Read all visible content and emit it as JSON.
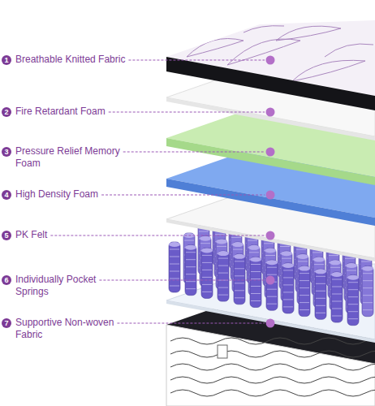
{
  "diagram": {
    "labels": [
      "1",
      "Breathable Knitted Fabric",
      "2",
      "Fire Retardant Foam",
      "3",
      "Pressure Relief Memory Foam",
      "4",
      "High Density Foam",
      "5",
      "PK Felt",
      "6",
      "Individually Pocket Springs",
      "7",
      "Supportive Non-woven Fabric"
    ]
  }
}
